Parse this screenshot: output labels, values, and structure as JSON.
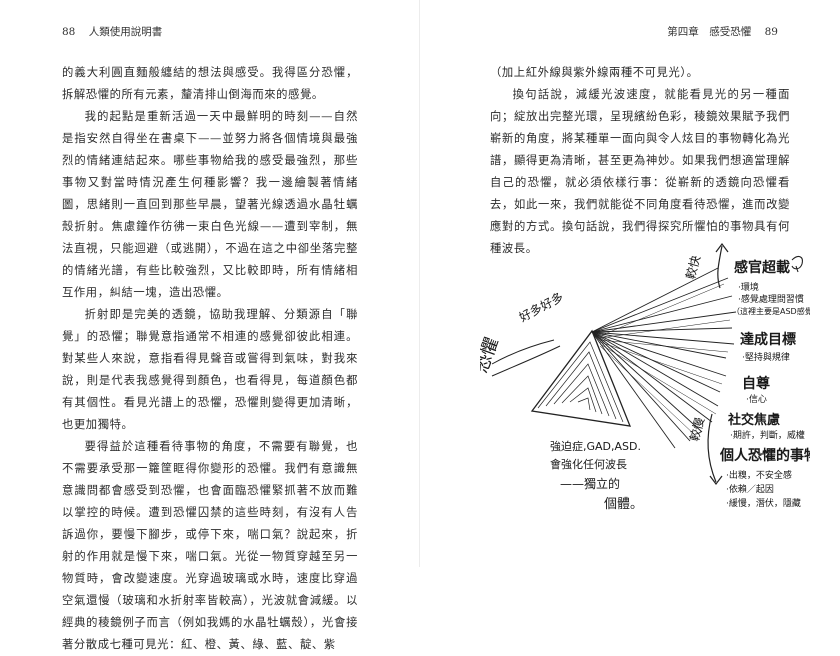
{
  "left_page": {
    "page_number": "88",
    "running_head": "人類使用說明書",
    "paragraphs": [
      "的義大利圓直麵般纏結的想法與感受。我得區分恐懼，拆解恐懼的所有元素，釐清排山倒海而來的感覺。",
      "我的起點是重新活過一天中最鮮明的時刻——自然是指安然自得坐在書桌下——並努力將各個情境與最強烈的情緒連結起來。哪些事物給我的感受最強烈，那些事物又對當時情況產生何種影響？我一邊繪製著情緒圖，思緒則一直回到那些早晨，望著光線透過水晶牡蠣殼折射。焦慮鐘作彷彿一束白色光線——遭到宰制，無法直視，只能迴避（或逃開），不過在這之中卻坐落完整的情緒光譜，有些比較強烈，又比較即時，所有情緒相互作用，糾結一塊，造出恐懼。",
      "折射即是完美的透鏡，協助我理解、分類源自「聯覺」的恐懼；聯覺意指通常不相連的感覺卻彼此相連。對某些人來說，意指看得見聲音或嘗得到氣味，對我來說，則是代表我感覺得到顏色，也看得見，每道顏色都有其個性。看見光譜上的恐懼，恐懼則變得更加清晰，也更加獨特。",
      "要得益於這種看待事物的角度，不需要有聯覺，也不需要承受那一籮筐眶得你變形的恐懼。我們有意識無意識問都會感受到恐懼，也會面臨恐懼緊抓著不放而難以掌控的時候。遭到恐懼囚禁的這些時刻，有沒有人告訴過你，要慢下腳步，或停下來，喘口氣？說起來，折射的作用就是慢下來，喘口氣。光從一物質穿越至另一物質時，會改變速度。光穿過玻璃或水時，速度比穿過空氣還慢（玻璃和水折射率皆較高），光波就會減緩。以經典的稜鏡例子而言（例如我媽的水晶牡蠣殼），光會接著分散成七種可見光：紅、橙、黃、綠、藍、靛、紫"
    ]
  },
  "right_page": {
    "page_number": "89",
    "running_head": "第四章　感受恐懼",
    "paragraphs": [
      "（加上紅外線與紫外線兩種不可見光）。",
      "換句話說，減緩光波速度，就能看見光的另一種面向；綻放出完整光環，呈現繽紛色彩，稜鏡效果賦予我們嶄新的角度，將某種單一面向與令人炫目的事物轉化為光譜，顯得更為清晰，甚至更為神妙。如果我們想適當理解自己的恐懼，就必須依樣行事：從嶄新的透鏡向恐懼看去，如此一來，我們就能從不同角度看待恐懼，進而改變應對的方式。換句話說，我們得探究所懼怕的事物具有何種波長。"
    ]
  },
  "figure": {
    "left_label_1": "恐懼",
    "left_label_2": "好多好多",
    "bottom_note_1": "強迫症,GAD,ASD.",
    "bottom_note_2": "會強化任何波長",
    "bottom_note_3": "——獨立的",
    "bottom_note_4": "個體。",
    "top_word": "較快",
    "bottom_word": "較慢",
    "bands": [
      {
        "title": "感官超載",
        "details": [
          "·環境",
          "·感覺處理問習慣",
          "（這裡主要是ASD感覺處理障礙）"
        ]
      },
      {
        "title": "達成目標",
        "details": [
          "·堅持與規律"
        ]
      },
      {
        "title": "自尊",
        "details": [
          "·信心"
        ]
      },
      {
        "title": "社交焦慮",
        "details": [
          "·期許，判斷，威權"
        ]
      },
      {
        "title": "個人恐懼的事物",
        "details": [
          "·出糗，不安全感",
          "·依賴／起因",
          "·緩慢，潛伏，隱藏"
        ]
      }
    ]
  }
}
